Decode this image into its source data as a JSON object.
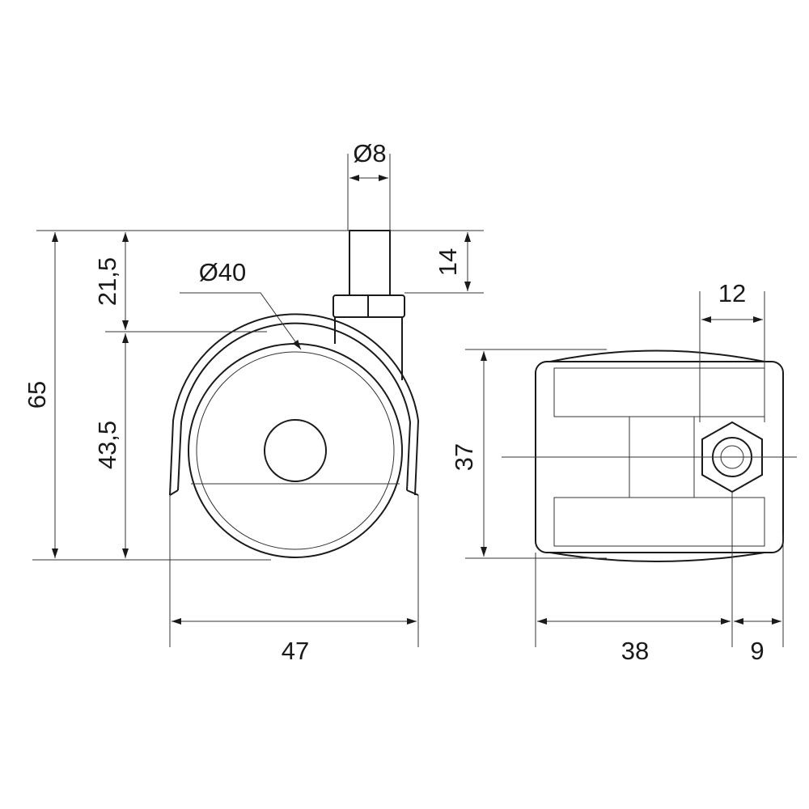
{
  "drawing": {
    "left_view": {
      "stem_diameter": "Ø8",
      "total_height": "65",
      "stem_to_wheel_top": "21,5",
      "stem_length": "14",
      "wheel_diameter": "Ø40",
      "wheel_height": "43,5",
      "overall_width": "47"
    },
    "right_view": {
      "body_height": "37",
      "stem_offset": "12",
      "body_width": "38",
      "stem_side_width": "9"
    },
    "line_color": "#1a1a1a"
  }
}
